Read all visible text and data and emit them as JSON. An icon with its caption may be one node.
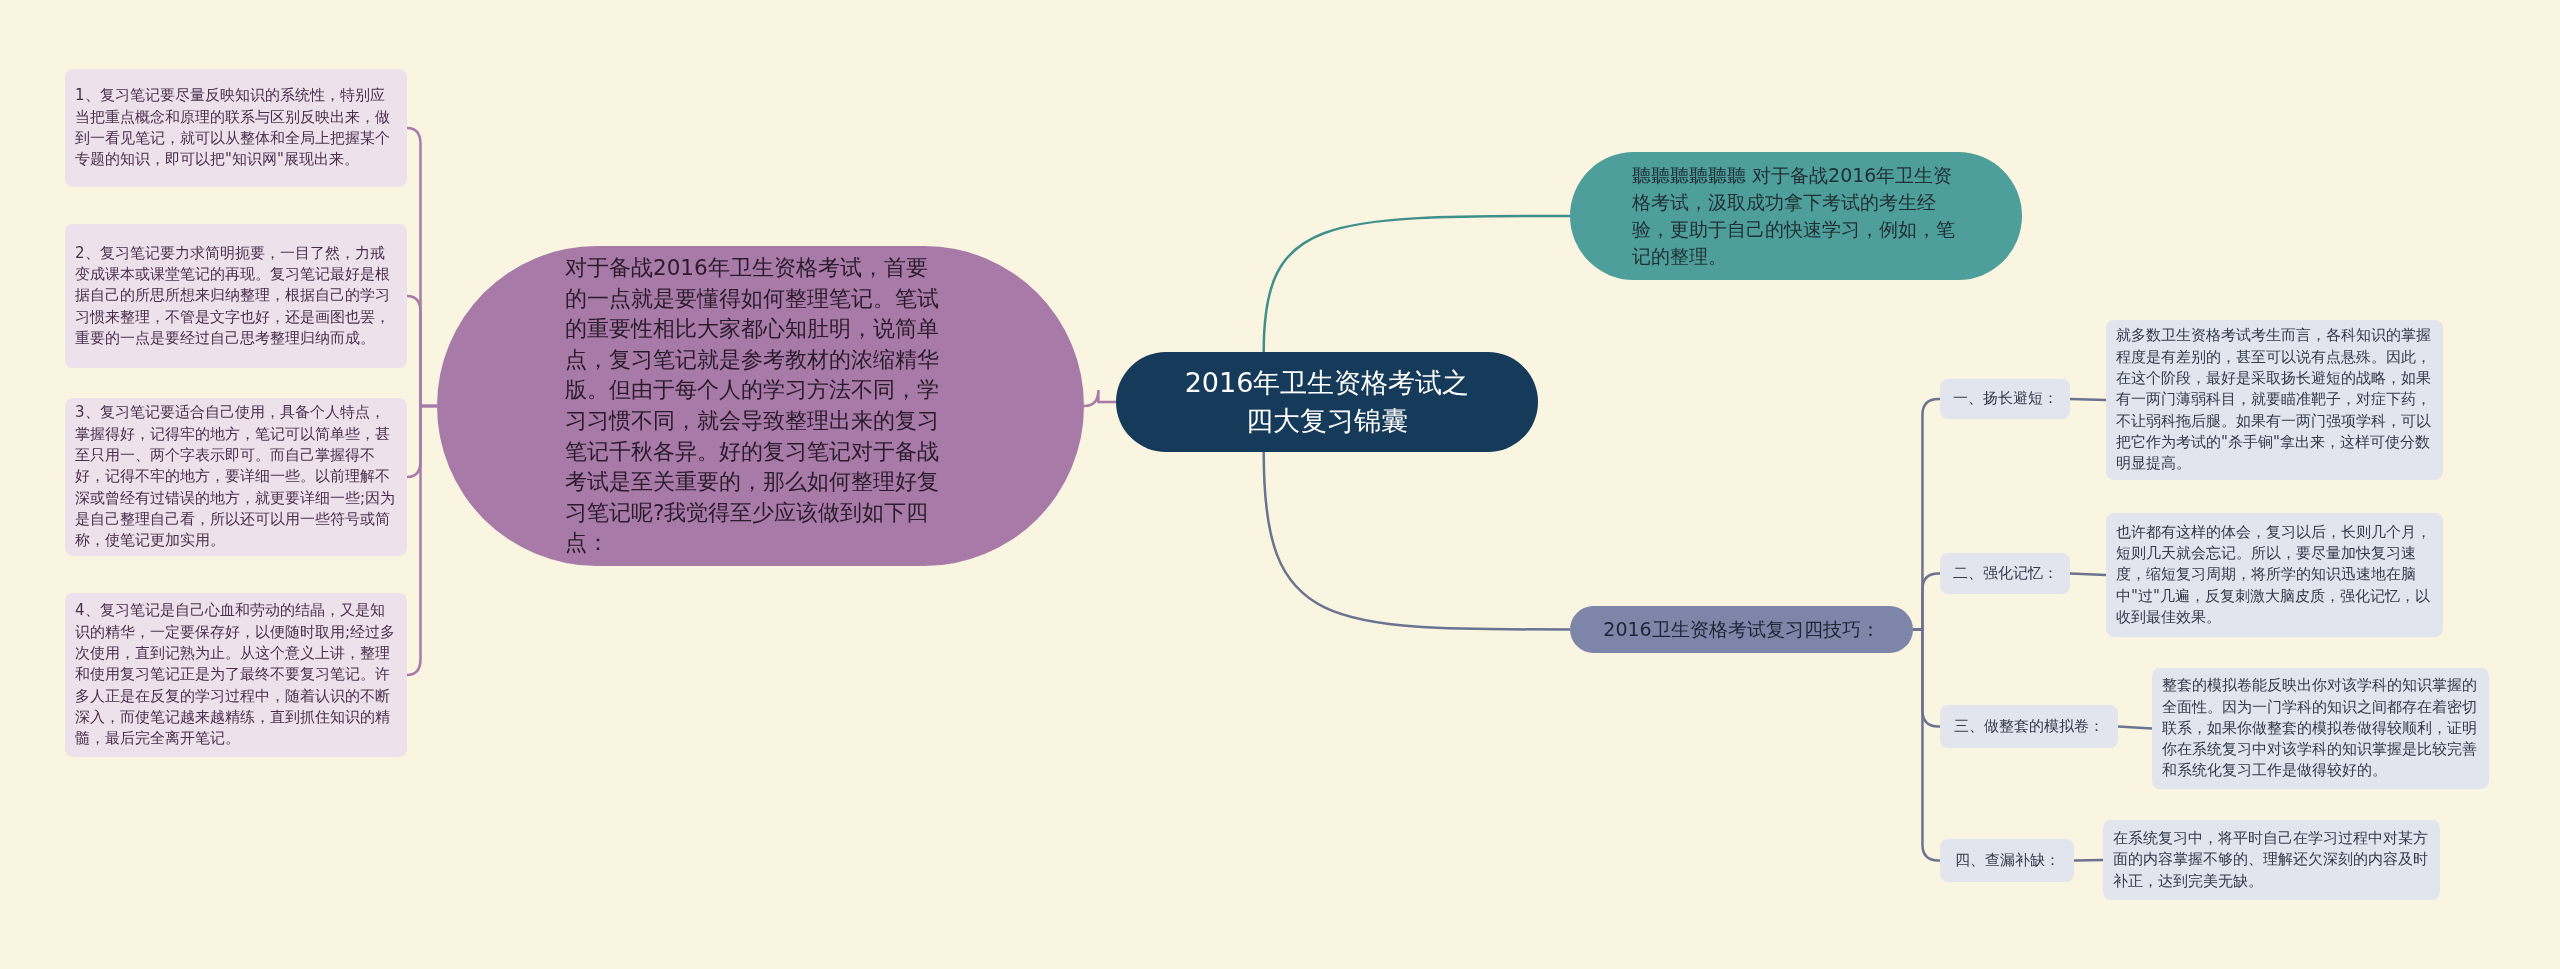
{
  "diagram": {
    "nodes": [
      {
        "text": [
          "2016年卫生资格考试之四大复习锦囊"
        ]
      },
      {
        "text": [
          "聽聽聽聽聽聽 对于备战2016年卫生资格考试，汲取成功拿下考试的考生经验，更助于自己的快速学习，例如，笔记的整理。"
        ]
      },
      {
        "text": [
          "对于备战2016年卫生资格考试，首要的一点就是要懂得如何整理笔记。笔试的重要性相比大家都心知肚明，说简单点，复习笔记就是参考教材的浓缩精华版。但由于每个人的学习方法不同，学习习惯不同，就会导致整理出来的复习笔记千秋各异。好的复习笔记对于备战考试是至关重要的，那么如何整理好复习笔记呢?我觉得至少应该做到如下四点："
        ]
      },
      {
        "text": [
          "1、复习笔记要尽量反映知识的系统性，特别应当把重点概念和原理的联系与区别反映出来，做到一看见笔记，就可以从整体和全局上把握某个专题的知识，即可以把\"知识网\"展现出来。"
        ]
      },
      {
        "text": [
          "2、复习笔记要力求简明扼要，一目了然，力戒变成课本或课堂笔记的再现。复习笔记最好是根据自己的所思所想来归纳整理，根据自己的学习习惯来整理，不管是文字也好，还是画图也罢，重要的一点是要经过自己思考整理归纳而成。"
        ]
      },
      {
        "text": [
          "3、复习笔记要适合自己使用，具备个人特点，掌握得好，记得牢的地方，笔记可以简单些，甚至只用一、两个字表示即可。而自己掌握得不好，记得不牢的地方，要详细一些。以前理解不深或曾经有过错误的地方，就更要详细一些;因为是自己整理自己看，所以还可以用一些符号或简称，使笔记更加实用。"
        ]
      },
      {
        "text": [
          "4、复习笔记是自己心血和劳动的结晶，又是知识的精华，一定要保存好，以便随时取用;经过多次使用，直到记熟为止。从这个意义上讲，整理和使用复习笔记正是为了最终不要复习笔记。许多人正是在反复的学习过程中，随着认识的不断深入，而使笔记越来越精练，直到抓住知识的精髓，最后完全离开笔记。"
        ]
      },
      {
        "text": [
          "2016卫生资格考试复习四技巧："
        ]
      },
      {
        "text": [
          "一、扬长避短："
        ]
      },
      {
        "text": [
          "就多数卫生资格考试考生而言，各科知识的掌握程度是有差别的，甚至可以说有点悬殊。因此，在这个阶段，最好是采取扬长避短的战略，如果有一两门薄弱科目，就要瞄准靶子，对症下药，不让弱科拖后腿。如果有一两门强项学科，可以把它作为考试的\"杀手锏\"拿出来，这样可使分数明显提高。"
        ]
      },
      {
        "text": [
          "二、强化记忆："
        ]
      },
      {
        "text": [
          "也许都有这样的体会，复习以后，长则几个月，短则几天就会忘记。所以，要尽量加快复习速度，缩短复习周期，将所学的知识迅速地在脑中\"过\"几遍，反复刺激大脑皮质，强化记忆，以收到最佳效果。"
        ]
      },
      {
        "text": [
          "三、做整套的模拟卷："
        ]
      },
      {
        "text": [
          "整套的模拟卷能反映出你对该学科的知识掌握的全面性。因为一门学科的知识之间都存在着密切联系，如果你做整套的模拟卷做得较顺利，证明你在系统复习中对该学科的知识掌握是比较完善和系统化复习工作是做得较好的。"
        ]
      },
      {
        "text": [
          "四、查漏补缺："
        ]
      },
      {
        "text": [
          "在系统复习中，将平时自己在学习过程中对某方面的内容掌握不够的、理解还欠深刻的内容及时补正，达到完美无缺。"
        ]
      }
    ],
    "edges": [
      {
        "from": 0,
        "to": 1,
        "arrow": "none",
        "color": "#3f8f8c"
      },
      {
        "from": 0,
        "to": 2,
        "arrow": "none",
        "color": "#a77aa8"
      },
      {
        "from": 0,
        "to": 7,
        "arrow": "none"
      },
      {
        "from": 2,
        "to": 3,
        "arrow": "none",
        "color": "#a77aa8"
      },
      {
        "from": 2,
        "to": 4,
        "arrow": "none",
        "color": "#a77aa8"
      },
      {
        "from": 2,
        "to": 5,
        "arrow": "none",
        "color": "#a77aa8"
      },
      {
        "from": 2,
        "to": 6,
        "arrow": "none",
        "color": "#a77aa8"
      },
      {
        "from": 7,
        "to": 8,
        "arrow": "none"
      },
      {
        "from": 8,
        "to": 9,
        "arrow": "none"
      },
      {
        "from": 7,
        "to": 10,
        "arrow": "none"
      },
      {
        "from": 10,
        "to": 11,
        "arrow": "none"
      },
      {
        "from": 7,
        "to": 12,
        "arrow": "none"
      },
      {
        "from": 12,
        "to": 13,
        "arrow": "none"
      },
      {
        "from": 7,
        "to": 14,
        "arrow": "none"
      },
      {
        "from": 14,
        "to": 15,
        "arrow": "none"
      }
    ]
  }
}
